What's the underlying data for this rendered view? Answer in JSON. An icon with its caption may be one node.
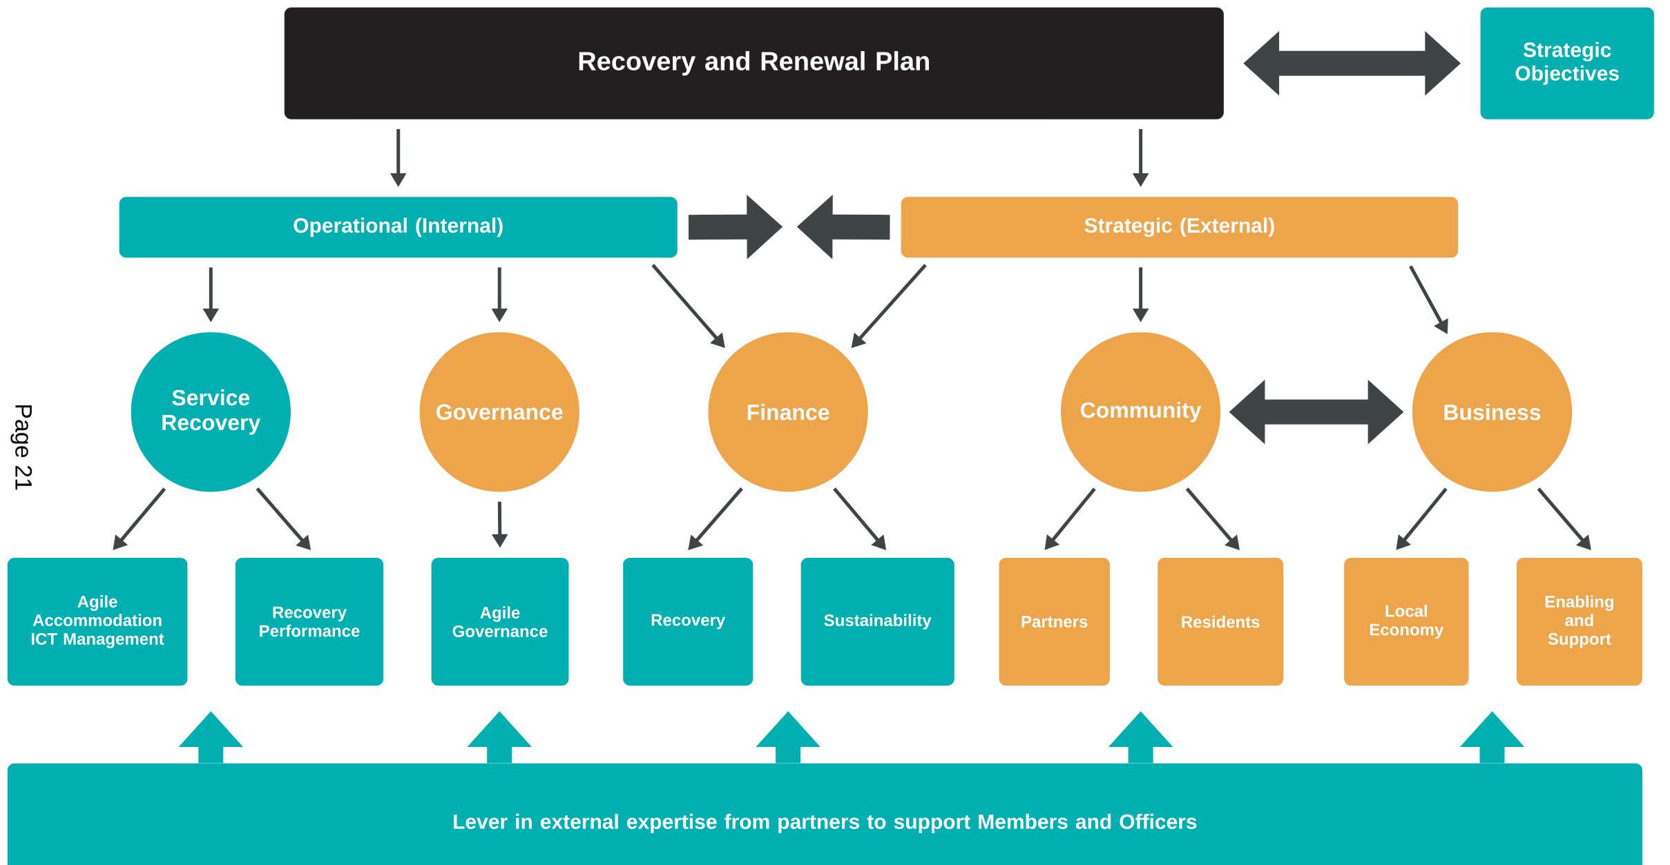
{
  "diagram": {
    "nodes": [
      {
        "text": [
          "Recovery and Renewal Plan"
        ]
      },
      {
        "text": [
          "Strategic Objectives"
        ]
      },
      {
        "text": [
          "Operational (Internal)"
        ]
      },
      {
        "text": [
          "Strategic (External)"
        ]
      },
      {
        "text": [
          "Service Recovery"
        ]
      },
      {
        "text": [
          "Governance"
        ]
      },
      {
        "text": [
          "Finance"
        ]
      },
      {
        "text": [
          "Community"
        ]
      },
      {
        "text": [
          "Business"
        ]
      },
      {
        "text": [
          "Agile Accommodation ICT Management"
        ]
      },
      {
        "text": [
          "Recovery Performance"
        ]
      },
      {
        "text": [
          "Agile Governance"
        ]
      },
      {
        "text": [
          "Recovery"
        ]
      },
      {
        "text": [
          "Sustainability"
        ]
      },
      {
        "text": [
          "Partners"
        ]
      },
      {
        "text": [
          "Residents"
        ]
      },
      {
        "text": [
          "Local Economy"
        ]
      },
      {
        "text": [
          "Enabling and Support"
        ]
      },
      {
        "text": [
          "Lever in external expertise from partners to support Members and Officers"
        ]
      }
    ],
    "edges": [
      {
        "from": 0,
        "to": 1,
        "arrow": "both",
        "style": "thick"
      },
      {
        "from": 0,
        "to": 2,
        "arrow": "to"
      },
      {
        "from": 0,
        "to": 3,
        "arrow": "to"
      },
      {
        "from": 2,
        "to": null,
        "arrow": "to",
        "style": "thick"
      },
      {
        "from": 3,
        "to": null,
        "arrow": "to",
        "style": "thick"
      },
      {
        "from": 2,
        "to": 4,
        "arrow": "to"
      },
      {
        "from": 2,
        "to": 5,
        "arrow": "to"
      },
      {
        "from": 2,
        "to": 6,
        "arrow": "to"
      },
      {
        "from": 3,
        "to": 6,
        "arrow": "to"
      },
      {
        "from": 3,
        "to": 7,
        "arrow": "to"
      },
      {
        "from": 3,
        "to": 8,
        "arrow": "to"
      },
      {
        "from": 7,
        "to": 8,
        "arrow": "both",
        "style": "thick"
      },
      {
        "from": 4,
        "to": 9,
        "arrow": "to"
      },
      {
        "from": 4,
        "to": 10,
        "arrow": "to"
      },
      {
        "from": 5,
        "to": 11,
        "arrow": "to"
      },
      {
        "from": 6,
        "to": 12,
        "arrow": "to"
      },
      {
        "from": 6,
        "to": 13,
        "arrow": "to"
      },
      {
        "from": 7,
        "to": 14,
        "arrow": "to"
      },
      {
        "from": 7,
        "to": 15,
        "arrow": "to"
      },
      {
        "from": 8,
        "to": 16,
        "arrow": "to"
      },
      {
        "from": 8,
        "to": 17,
        "arrow": "to"
      },
      {
        "from": 18,
        "to": null,
        "arrow": "to",
        "style": "thick",
        "color": "#00b0b0"
      },
      {
        "from": 18,
        "to": null,
        "arrow": "to",
        "style": "thick",
        "color": "#00b0b0"
      },
      {
        "from": 18,
        "to": null,
        "arrow": "to",
        "style": "thick",
        "color": "#00b0b0"
      },
      {
        "from": 18,
        "to": null,
        "arrow": "to",
        "style": "thick",
        "color": "#00b0b0"
      },
      {
        "from": 18,
        "to": null,
        "arrow": "to",
        "style": "thick",
        "color": "#00b0b0"
      }
    ],
    "labels": [
      "Page 21"
    ]
  }
}
